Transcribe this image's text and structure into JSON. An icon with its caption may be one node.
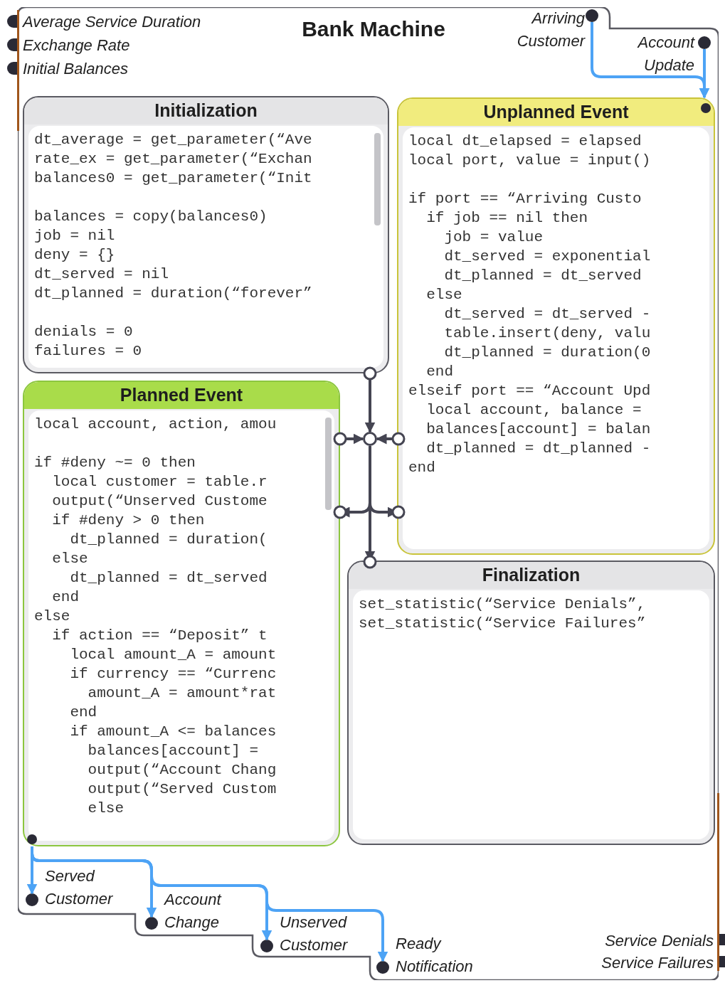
{
  "diagram": {
    "nodes": [
      {
        "text": [
          "Bank Machine"
        ]
      },
      {
        "text": [],
        "shape": "circle",
        "beside": [
          "Arriving Customer"
        ],
        "in": 0
      },
      {
        "text": [],
        "shape": "circle",
        "beside": [
          "Account Update"
        ],
        "in": 0
      },
      {
        "text": [
          "Initialization",
          "dt_average = get_parameter(“Ave",
          "rate_ex = get_parameter(“Exchan",
          "balances0 = get_parameter(“Init",
          "balances = copy(balances0)",
          "job = nil",
          "deny = {}",
          "dt_served = nil",
          "dt_planned = duration(“forever”",
          "denials = 0",
          "failures = 0"
        ],
        "in": 0
      },
      {
        "text": [
          "Unplanned Event",
          "local dt_elapsed = elapsed",
          "local port, value = input()",
          "if port == “Arriving Custo",
          "  if job == nil then",
          "    job = value",
          "    dt_served = exponential",
          "    dt_planned = dt_served",
          "  else",
          "    dt_served = dt_served -",
          "    table.insert(deny, valu",
          "    dt_planned = duration(0",
          "  end",
          "elseif port == “Account Upd",
          "  local account, balance =",
          "  balances[account] = balan",
          "  dt_planned = dt_planned -",
          "end"
        ],
        "in": 0
      },
      {
        "text": [
          "Planned Event",
          "local account, action, amou",
          "if #deny ~= 0 then",
          "  local customer = table.r",
          "  output(“Unserved Custome",
          "  if #deny > 0 then",
          "    dt_planned = duration(",
          "  else",
          "    dt_planned = dt_served",
          "  end",
          "else",
          "  if action == “Deposit” t",
          "    local amount_A = amount",
          "    if currency == “Currenc",
          "      amount_A = amount*rat",
          "    end",
          "    if amount_A <= balances",
          "      balances[account] =",
          "      output(“Account Chang",
          "      output(“Served Custom",
          "      else"
        ],
        "in": 0
      },
      {
        "text": [
          "Finalization",
          "set_statistic(“Service Denials”,",
          "set_statistic(“Service Failures”"
        ],
        "in": 0
      },
      {
        "text": [],
        "shape": "circle",
        "in": 0
      },
      {
        "text": [],
        "shape": "circle",
        "beside": [
          "Served Customer"
        ],
        "in": 0
      },
      {
        "text": [],
        "shape": "circle",
        "beside": [
          "Account Change"
        ],
        "in": 0
      },
      {
        "text": [],
        "shape": "circle",
        "beside": [
          "Unserved Customer"
        ],
        "in": 0
      },
      {
        "text": [],
        "shape": "circle",
        "beside": [
          "Ready Notification"
        ],
        "in": 0
      }
    ],
    "edges": [
      {
        "from": 1,
        "to": 4,
        "arrow": "to",
        "color": "#4da3f5"
      },
      {
        "from": 2,
        "to": 4,
        "arrow": "to",
        "color": "#4da3f5"
      },
      {
        "from": 3,
        "to": 7,
        "arrow": "to",
        "color": "#454552"
      },
      {
        "from": 5,
        "to": 7,
        "arrow": "to",
        "color": "#454552"
      },
      {
        "from": 4,
        "to": 7,
        "arrow": "to",
        "color": "#454552"
      },
      {
        "from": 7,
        "to": 5,
        "arrow": "to",
        "color": "#454552"
      },
      {
        "from": 7,
        "to": 4,
        "arrow": "to",
        "color": "#454552"
      },
      {
        "from": 7,
        "to": 6,
        "arrow": "to",
        "color": "#454552"
      },
      {
        "from": 5,
        "to": 8,
        "arrow": "to",
        "color": "#4da3f5"
      },
      {
        "from": 5,
        "to": 9,
        "arrow": "to",
        "color": "#4da3f5"
      },
      {
        "from": 5,
        "to": 10,
        "arrow": "to",
        "color": "#4da3f5"
      },
      {
        "from": 5,
        "to": 11,
        "arrow": "to",
        "color": "#4da3f5"
      }
    ],
    "labels": [
      "Average Service Duration",
      "Exchange Rate",
      "Initial Balances",
      "Service Denials",
      "Service Failures"
    ]
  }
}
